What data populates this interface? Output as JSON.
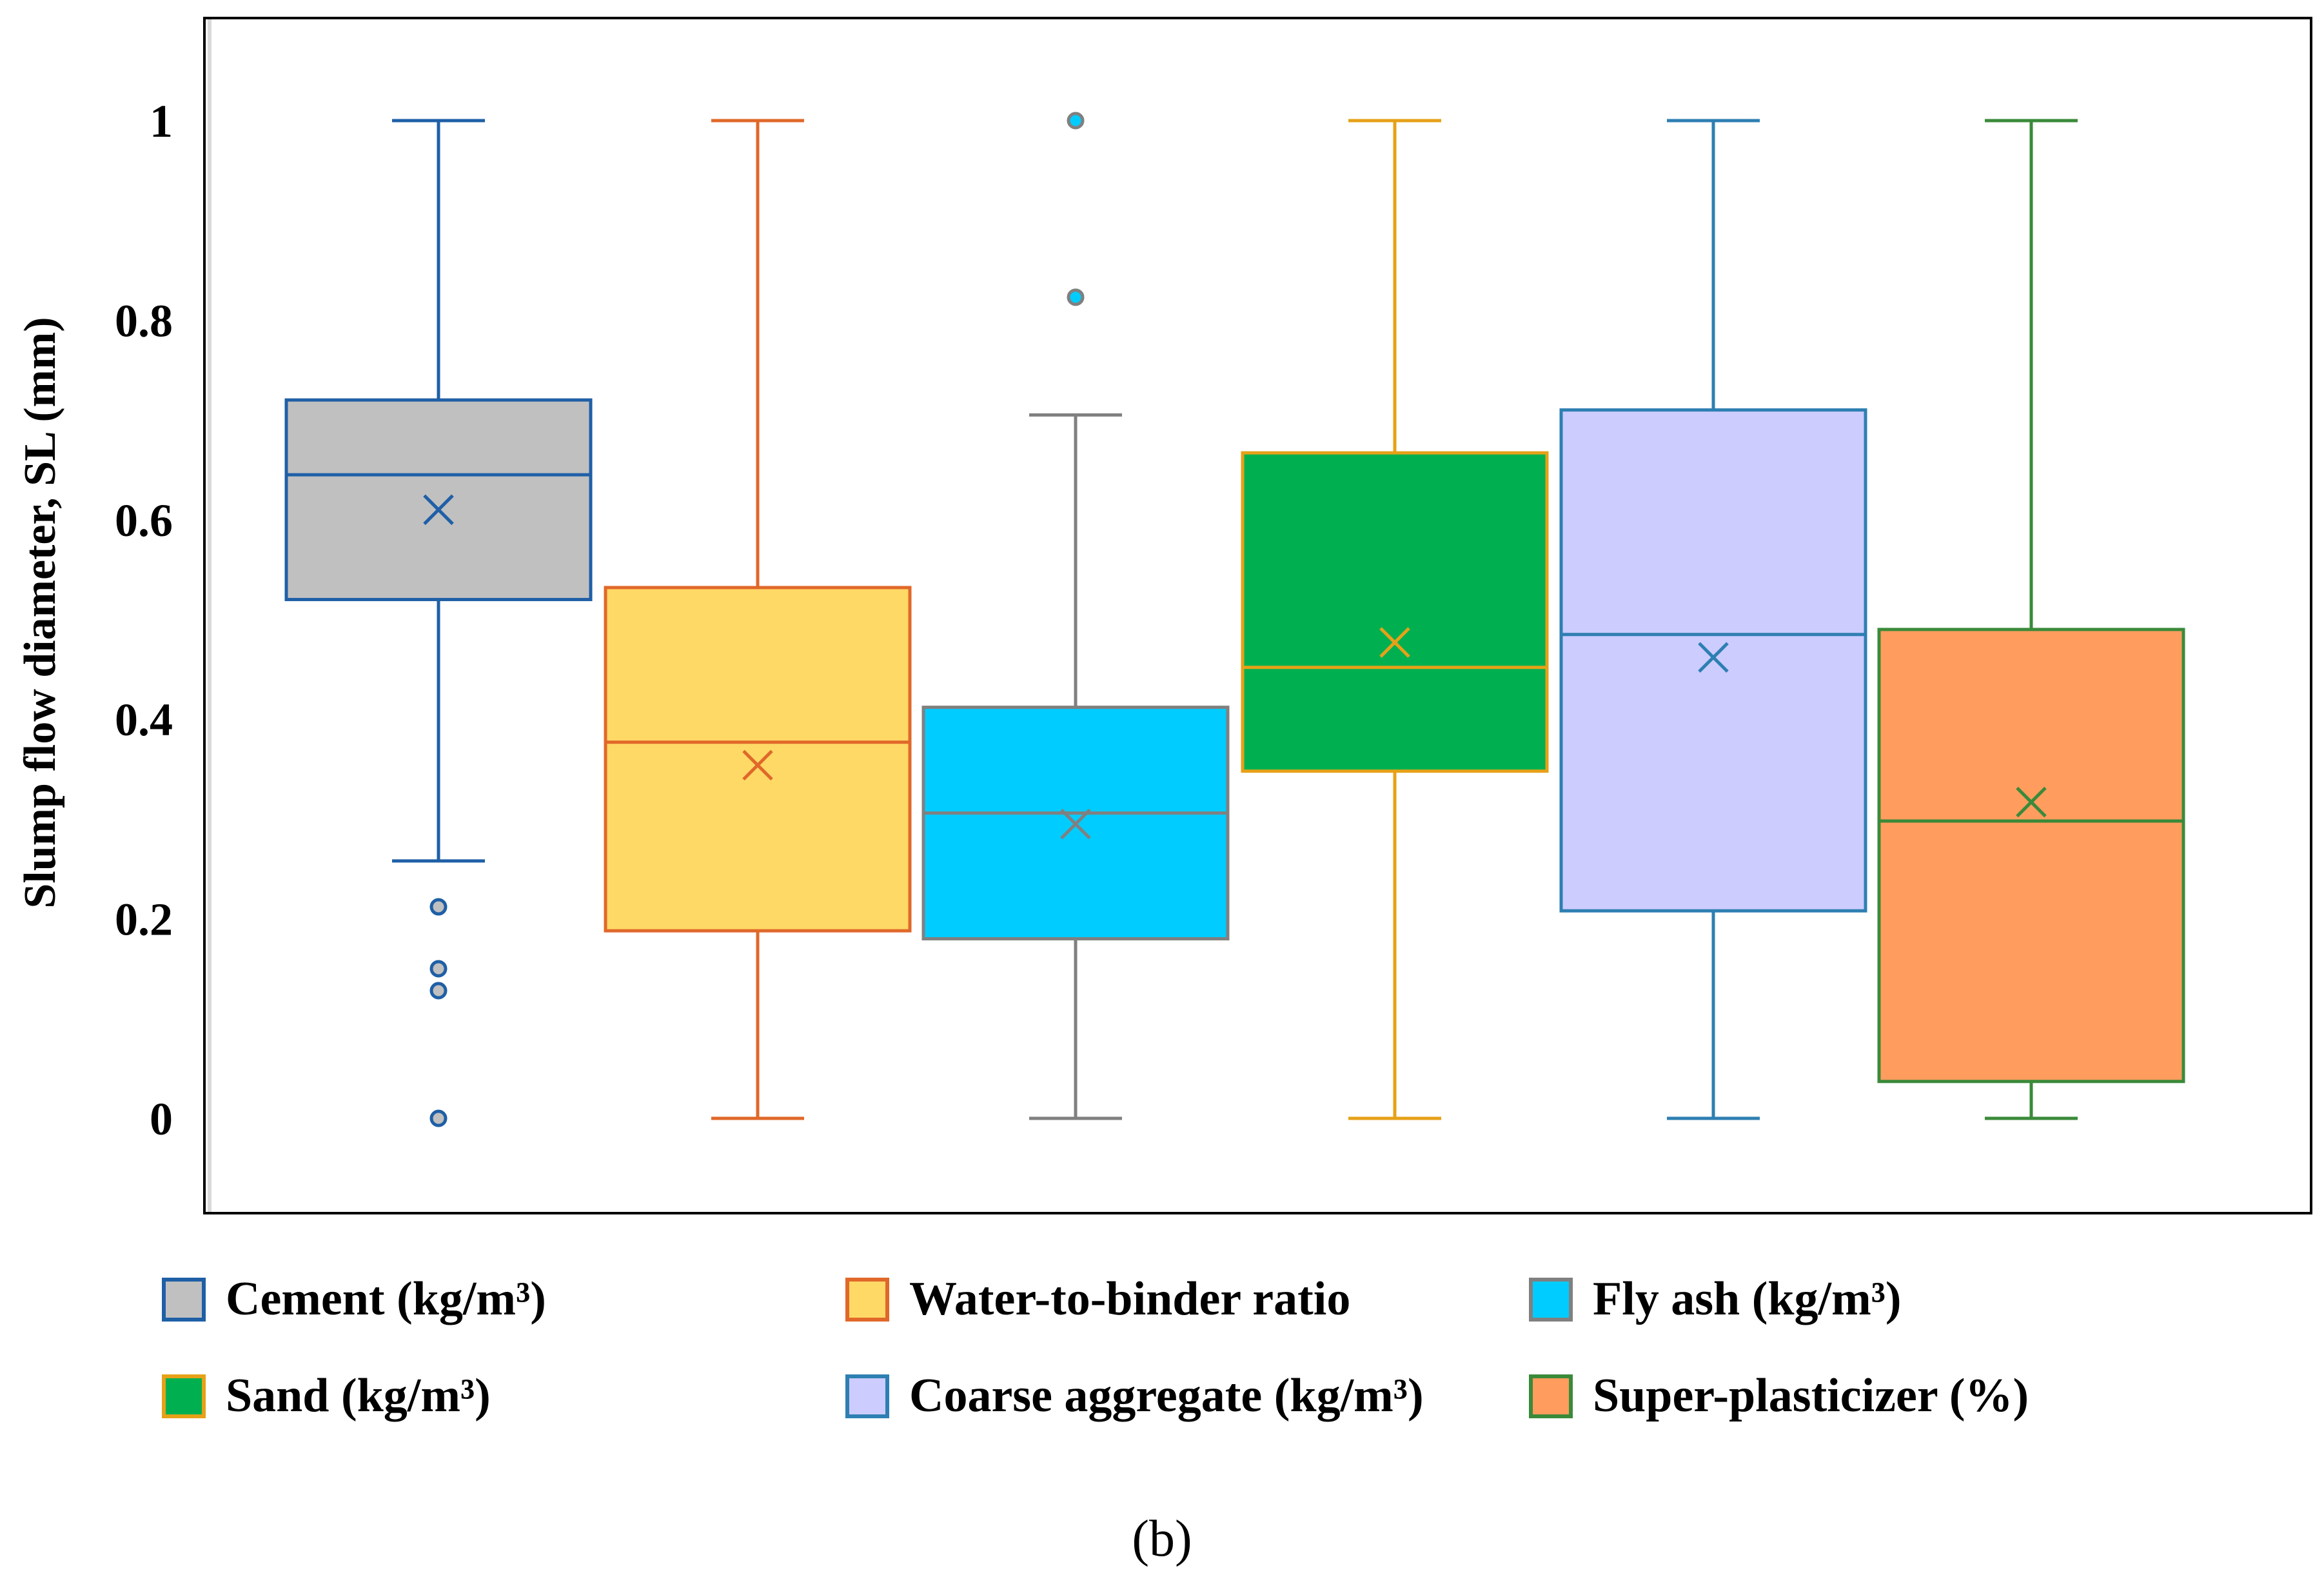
{
  "chart_data": {
    "type": "box",
    "ylabel": "Slump flow diameter, SL (mm)",
    "ylim": [
      -0.095,
      1.105
    ],
    "yticks": [
      {
        "value": 0,
        "label": "0"
      },
      {
        "value": 0.2,
        "label": "0.2"
      },
      {
        "value": 0.4,
        "label": "0.4"
      },
      {
        "value": 0.6,
        "label": "0.6"
      },
      {
        "value": 0.8,
        "label": "0.8"
      },
      {
        "value": 1,
        "label": "1"
      }
    ],
    "grid": false,
    "legend_position": "bottom",
    "caption": "(b)",
    "series": [
      {
        "name": "Cement (kg/m³)",
        "fill": "#c0c0c0",
        "stroke": "#1f5fa6",
        "min": 0.258,
        "q1": 0.52,
        "median": 0.645,
        "q3": 0.72,
        "max": 1.0,
        "mean": 0.61,
        "outliers": [
          0.212,
          0.15,
          0.128,
          0.0
        ]
      },
      {
        "name": "Water-to-binder ratio",
        "fill": "#ffd966",
        "stroke": "#e0682a",
        "min": 0.0,
        "q1": 0.188,
        "median": 0.377,
        "q3": 0.532,
        "max": 1.0,
        "mean": 0.354,
        "outliers": []
      },
      {
        "name": "Fly ash (kg/m³)",
        "fill": "#00ccff",
        "stroke": "#808080",
        "min": 0.0,
        "q1": 0.18,
        "median": 0.306,
        "q3": 0.412,
        "max": 0.705,
        "mean": 0.295,
        "outliers": [
          1.0,
          0.823
        ]
      },
      {
        "name": "Sand (kg/m³)",
        "fill": "#00b050",
        "stroke": "#e6a118",
        "min": 0.0,
        "q1": 0.348,
        "median": 0.452,
        "q3": 0.667,
        "max": 1.0,
        "mean": 0.477,
        "outliers": []
      },
      {
        "name": "Coarse aggregate (kg/m³)",
        "fill": "#ccccff",
        "stroke": "#2e7fb2",
        "min": 0.0,
        "q1": 0.208,
        "median": 0.485,
        "q3": 0.71,
        "max": 1.0,
        "mean": 0.462,
        "outliers": []
      },
      {
        "name": "Super-plasticizer (%)",
        "fill": "#ff9c5e",
        "stroke": "#3a8a3a",
        "min": 0.0,
        "q1": 0.037,
        "median": 0.298,
        "q3": 0.49,
        "max": 1.0,
        "mean": 0.317,
        "outliers": []
      }
    ]
  }
}
